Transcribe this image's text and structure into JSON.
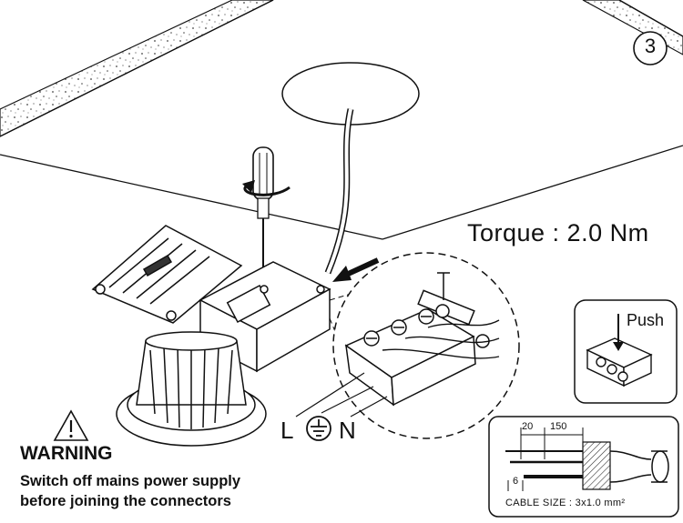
{
  "step": {
    "number": "3"
  },
  "torque": {
    "text": "Torque : 2.0 Nm"
  },
  "warning": {
    "icon": "warning-triangle-icon",
    "title": "WARNING",
    "line1": "Switch off mains power supply",
    "line2": "before joining the connectors"
  },
  "terminals": {
    "live": "L",
    "earth_icon": "earth-ground-icon",
    "neutral": "N"
  },
  "connector_inset": {
    "label": "Push"
  },
  "cable_inset": {
    "dim_outer": "20",
    "dim_length": "150",
    "dim_strip": "6",
    "cable_size": "CABLE SIZE : 3x1.0 mm²"
  },
  "colors": {
    "line": "#111111",
    "background": "#ffffff",
    "ceiling_speckle": "#555555"
  }
}
